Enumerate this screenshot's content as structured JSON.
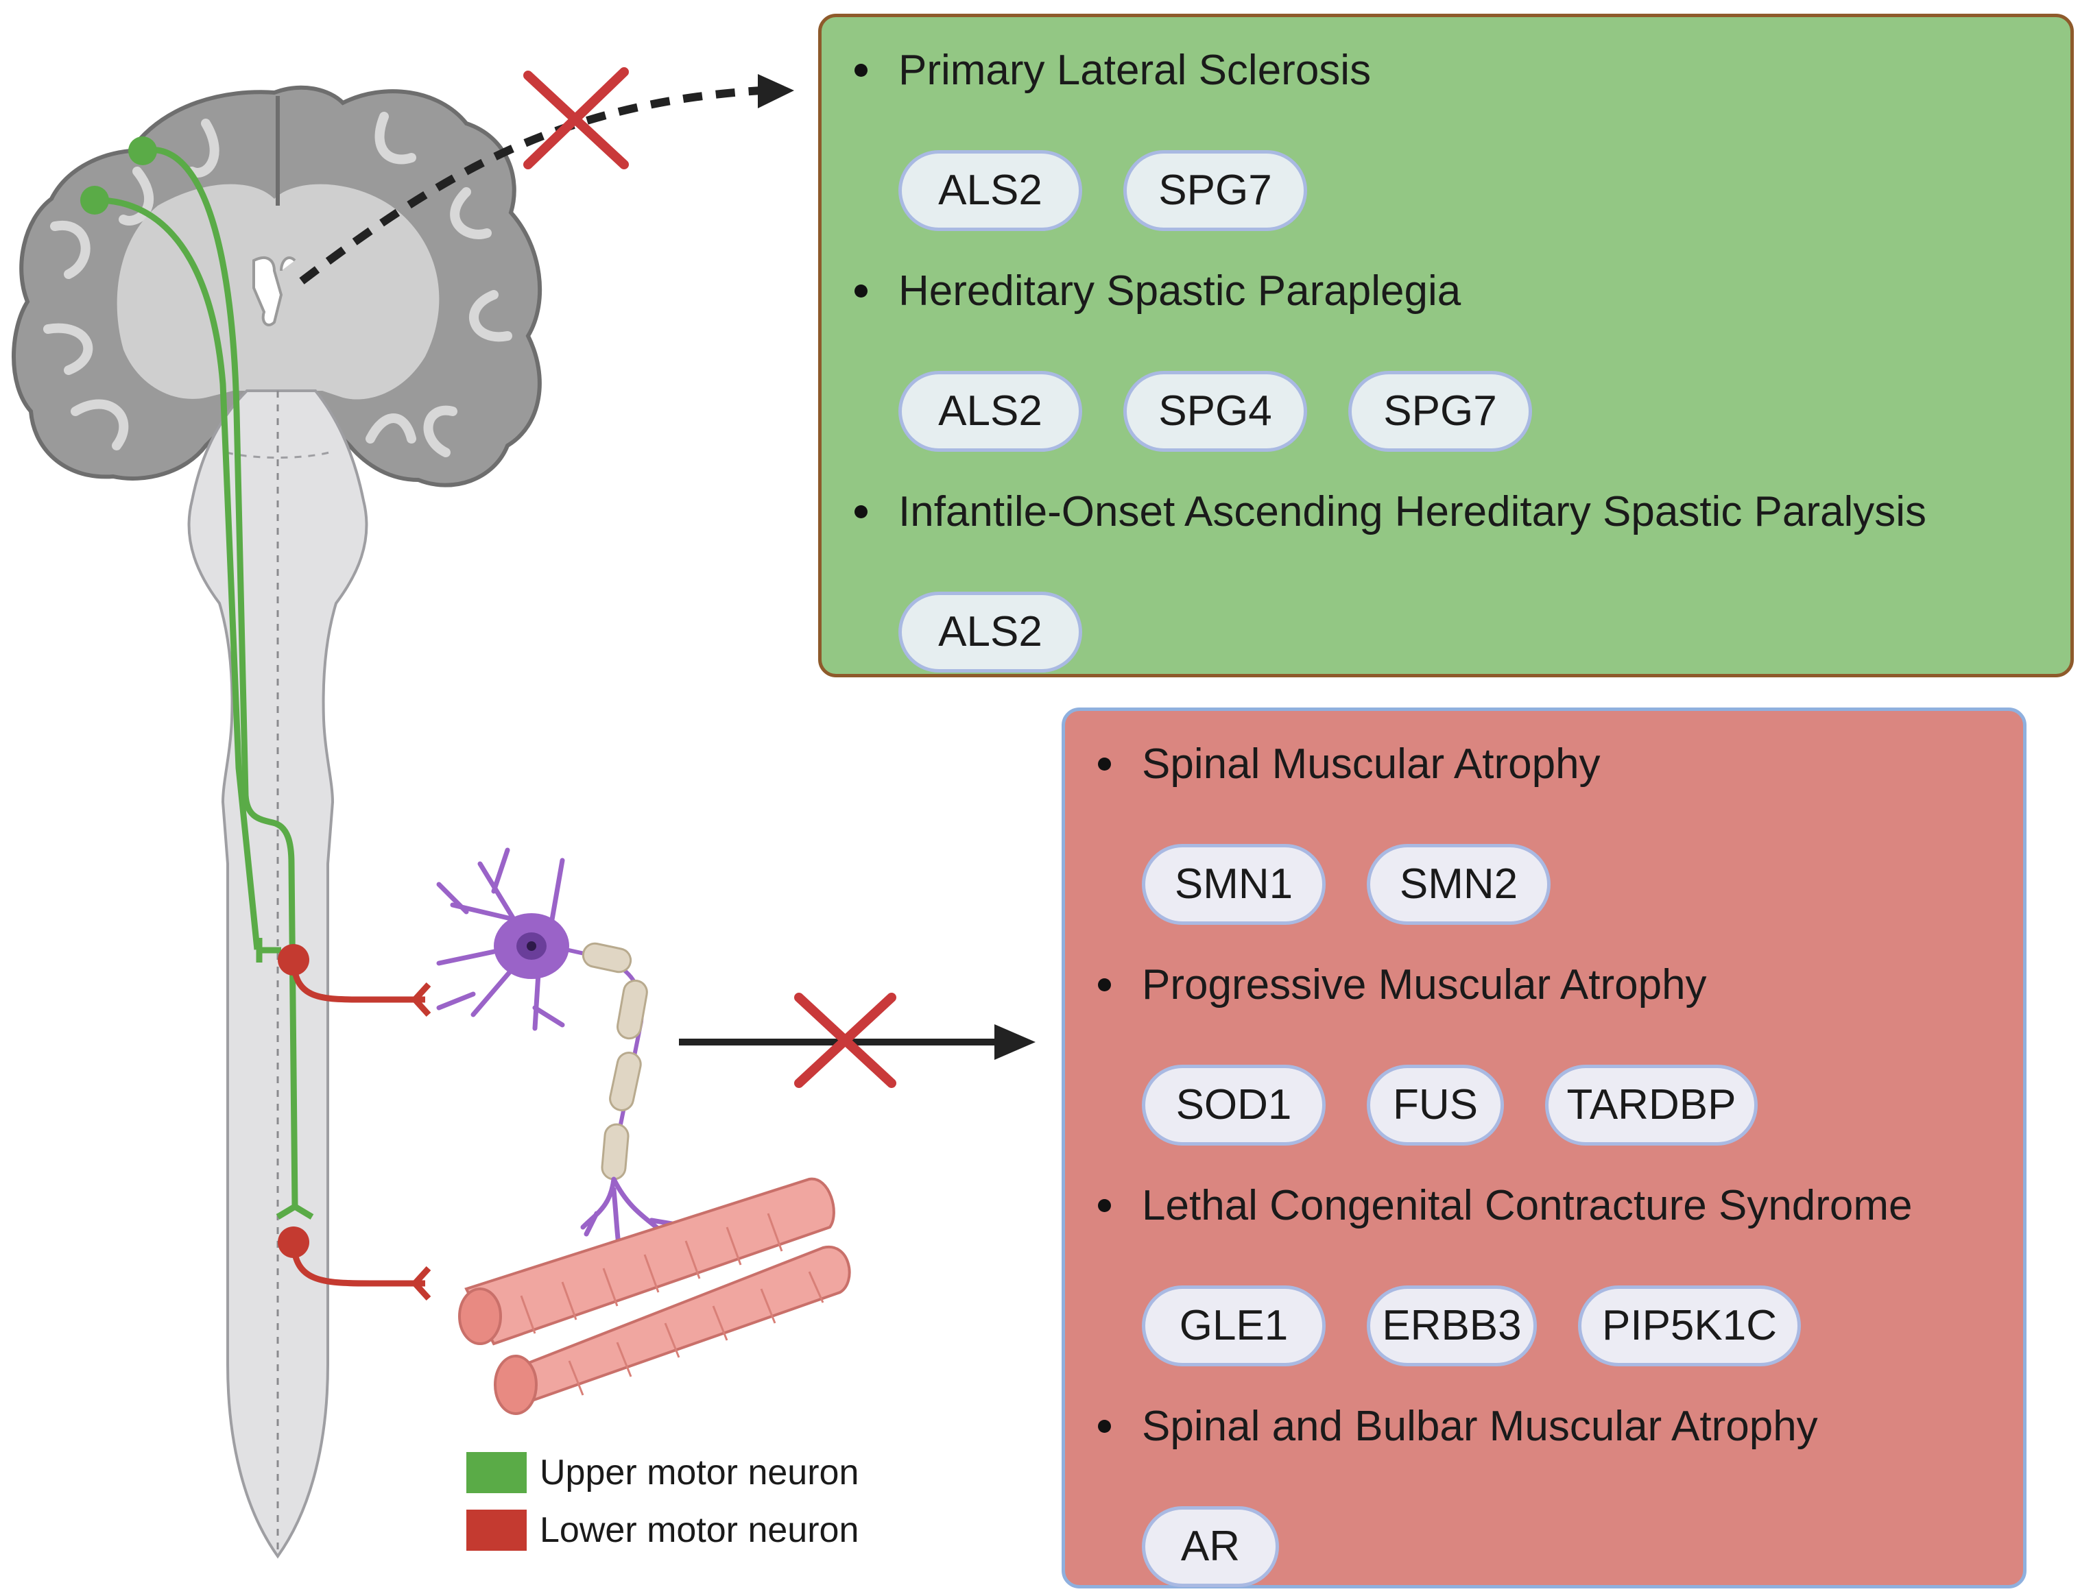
{
  "colors": {
    "upper_motor_neuron": "#5aab47",
    "lower_motor_neuron": "#c43a30",
    "umn_panel_bg": "#93c784",
    "umn_panel_border": "#8e5a2b",
    "lmn_panel_bg": "#da8680",
    "lmn_panel_border": "#8fb0de",
    "gene_pill_umn": "#e6eef0",
    "gene_pill_lmn": "#ececf4",
    "x_mark": "#c9393a",
    "arrow": "#222222",
    "brain_fill": "#9a9a9a",
    "brain_inner": "#cfcfcf",
    "spinal_cord_fill": "#e1e1e3",
    "neuron_body": "#9a63c8",
    "myelin": "#e0d6c4",
    "muscle": "#f0a6a0"
  },
  "icons": [
    "brain-illustration",
    "spinal-cord-illustration",
    "motor-neuron-cell-icon",
    "muscle-fiber-icon",
    "block-x-icon",
    "dashed-arrow-icon",
    "solid-arrow-icon"
  ],
  "upper_motor_neuron_diseases": [
    {
      "name": "Primary Lateral Sclerosis",
      "genes": [
        "ALS2",
        "SPG7"
      ]
    },
    {
      "name": "Hereditary Spastic Paraplegia",
      "genes": [
        "ALS2",
        "SPG4",
        "SPG7"
      ]
    },
    {
      "name": "Infantile-Onset Ascending Hereditary Spastic Paralysis",
      "genes": [
        "ALS2"
      ]
    }
  ],
  "lower_motor_neuron_diseases": [
    {
      "name": "Spinal Muscular Atrophy",
      "genes": [
        "SMN1",
        "SMN2"
      ]
    },
    {
      "name": "Progressive Muscular Atrophy",
      "genes": [
        "SOD1",
        "FUS",
        "TARDBP"
      ]
    },
    {
      "name": "Lethal Congenital Contracture Syndrome",
      "genes": [
        "GLE1",
        "ERBB3",
        "PIP5K1C"
      ]
    },
    {
      "name": "Spinal and Bulbar Muscular Atrophy",
      "genes": [
        "AR"
      ]
    }
  ],
  "legend": {
    "upper": "Upper motor neuron",
    "lower": "Lower motor neuron"
  }
}
